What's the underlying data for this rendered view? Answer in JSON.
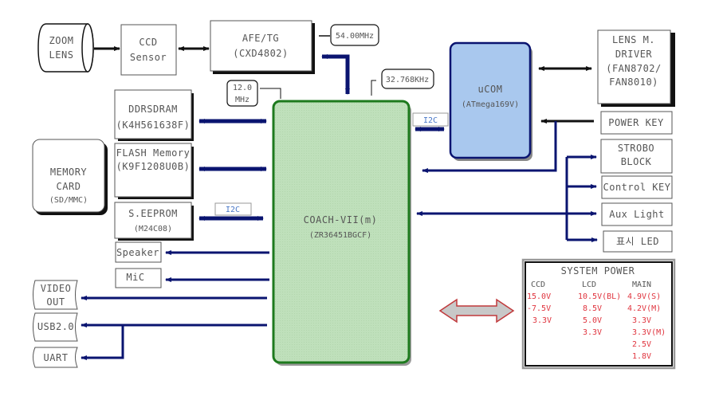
{
  "blocks": {
    "zoom_lens": [
      "ZOOM",
      "LENS"
    ],
    "ccd_sensor": [
      "CCD",
      "Sensor"
    ],
    "afe_tg": [
      "AFE/TG",
      "(CXD4802)"
    ],
    "clk_54": "54.00MHz",
    "clk_12": [
      "12.0",
      "MHz"
    ],
    "clk_32": "32.768KHz",
    "ucom": [
      "uCOM",
      "(ATmega169V)"
    ],
    "lens_driver": [
      "LENS M.",
      "DRIVER",
      "(FAN8702/",
      "FAN8010)"
    ],
    "power_key": "POWER KEY",
    "strobo": [
      "STROBO",
      "BLOCK"
    ],
    "control_key": "Control KEY",
    "aux_light": "Aux Light",
    "led": "표시 LED",
    "ddrsdram": [
      "DDRSDRAM",
      "(K4H561638F)"
    ],
    "flash": [
      "FLASH Memory",
      "(K9F1208U0B)"
    ],
    "memory_card": [
      "MEMORY",
      "CARD",
      "(SD/MMC)"
    ],
    "eeprom": [
      "S.EEPROM",
      "(M24C08)"
    ],
    "speaker": "Speaker",
    "mic": "MiC",
    "video_out": [
      "VIDEO",
      "OUT"
    ],
    "usb": "USB2.0",
    "uart": "UART",
    "coach": [
      "COACH-VII(m)",
      "(ZR36451BGCF)"
    ],
    "i2c_left": "I2C",
    "i2c_right": "I2C"
  },
  "system_power": {
    "title": "SYSTEM POWER",
    "columns": [
      {
        "header": "CCD",
        "values": [
          "15.0V",
          "-7.5V",
          "3.3V"
        ]
      },
      {
        "header": "LCD",
        "values": [
          "10.5V(BL)",
          "8.5V",
          "5.0V",
          "3.3V"
        ]
      },
      {
        "header": "MAIN",
        "values": [
          "4.9V(S)",
          "4.2V(M)",
          "3.3V",
          "3.3V(M)",
          "2.5V",
          "1.8V"
        ]
      }
    ]
  },
  "colors": {
    "bus": "#0a1470",
    "coach_fill": "#bfe0bb",
    "coach_border": "#1e7a1e",
    "ucom_fill": "#a9c8ee",
    "ucom_border": "#0a1470",
    "power_text": "#e0353f"
  }
}
